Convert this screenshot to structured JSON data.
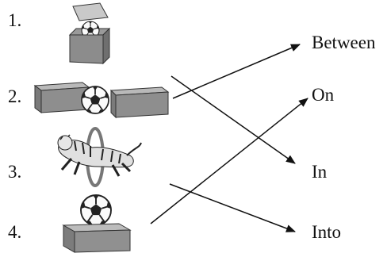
{
  "items": [
    {
      "number": "1.",
      "picture": "ball-in-open-box"
    },
    {
      "number": "2.",
      "picture": "ball-between-two-boxes"
    },
    {
      "number": "3.",
      "picture": "tiger-jumping-into-ring"
    },
    {
      "number": "4.",
      "picture": "ball-on-box"
    }
  ],
  "words": [
    "Between",
    "On",
    "In",
    "Into"
  ],
  "connections": [
    {
      "from": "2.",
      "to": "Between"
    },
    {
      "from": "2.",
      "to": "In"
    },
    {
      "from": "3.",
      "to": "Into"
    },
    {
      "from": "4.",
      "to": "On"
    }
  ]
}
